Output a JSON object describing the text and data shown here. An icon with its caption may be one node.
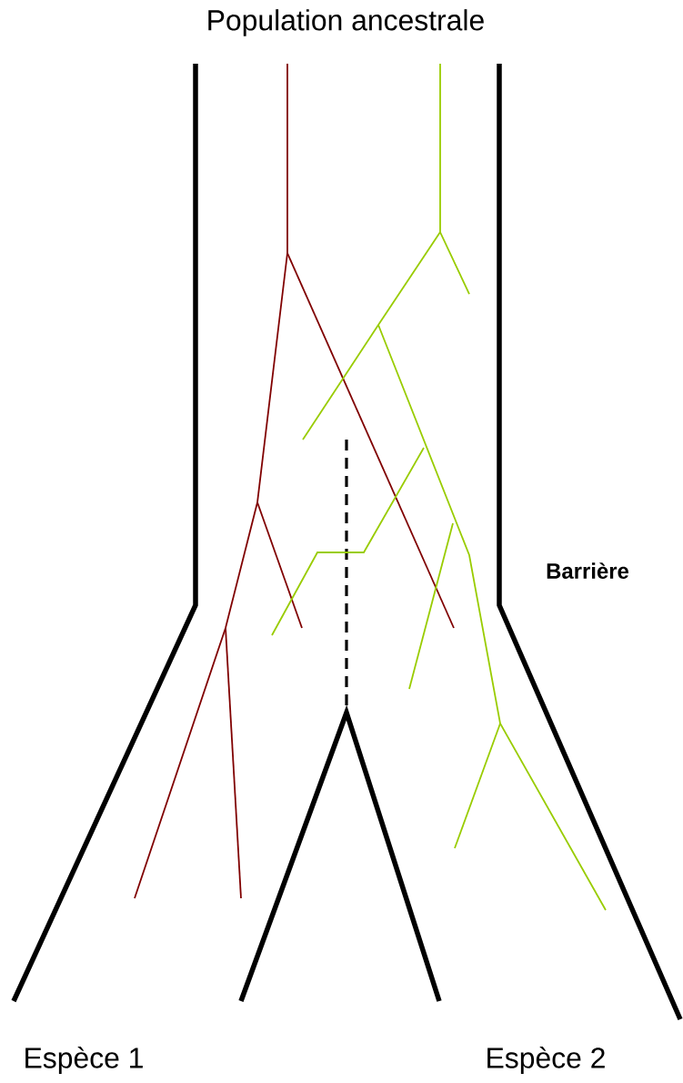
{
  "diagram": {
    "title": "Population ancestrale",
    "labels": [
      "Barrière",
      "Espèce 1",
      "Espèce 2"
    ]
  }
}
